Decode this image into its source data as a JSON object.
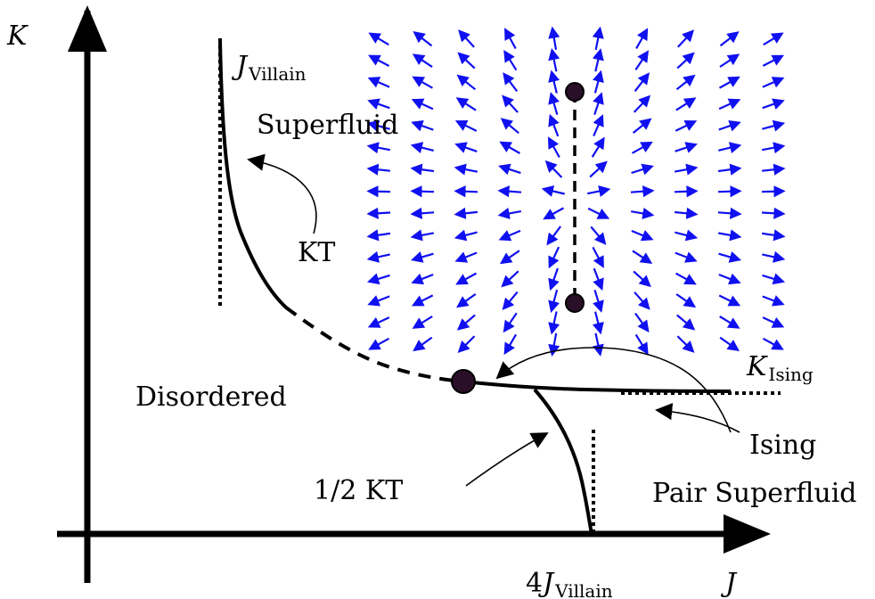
{
  "axes": {
    "x_label": "J",
    "y_label": "K"
  },
  "labels": {
    "j_villain_main": "J",
    "j_villain_sub": "Villain",
    "superfluid": "Superfluid",
    "kt": "KT",
    "disordered": "Disordered",
    "k_ising_main": "K",
    "k_ising_sub": "Ising",
    "ising": "Ising",
    "half_kt": "1/2 KT",
    "pair_superfluid": "Pair Superfluid",
    "four_j_villain_prefix": "4",
    "four_j_villain_main": "J",
    "four_j_villain_sub": "Villain"
  },
  "colors": {
    "axis": "#000000",
    "curve": "#000000",
    "flow_arrow": "#1010f0",
    "dot_fill": "#2a0f28",
    "dot_stroke": "#000000"
  },
  "icons": {
    "flow_arrow": "blue-arrow-icon",
    "fixed_point": "circle-dot-icon",
    "annotation_arrow": "curved-arrow-icon"
  }
}
